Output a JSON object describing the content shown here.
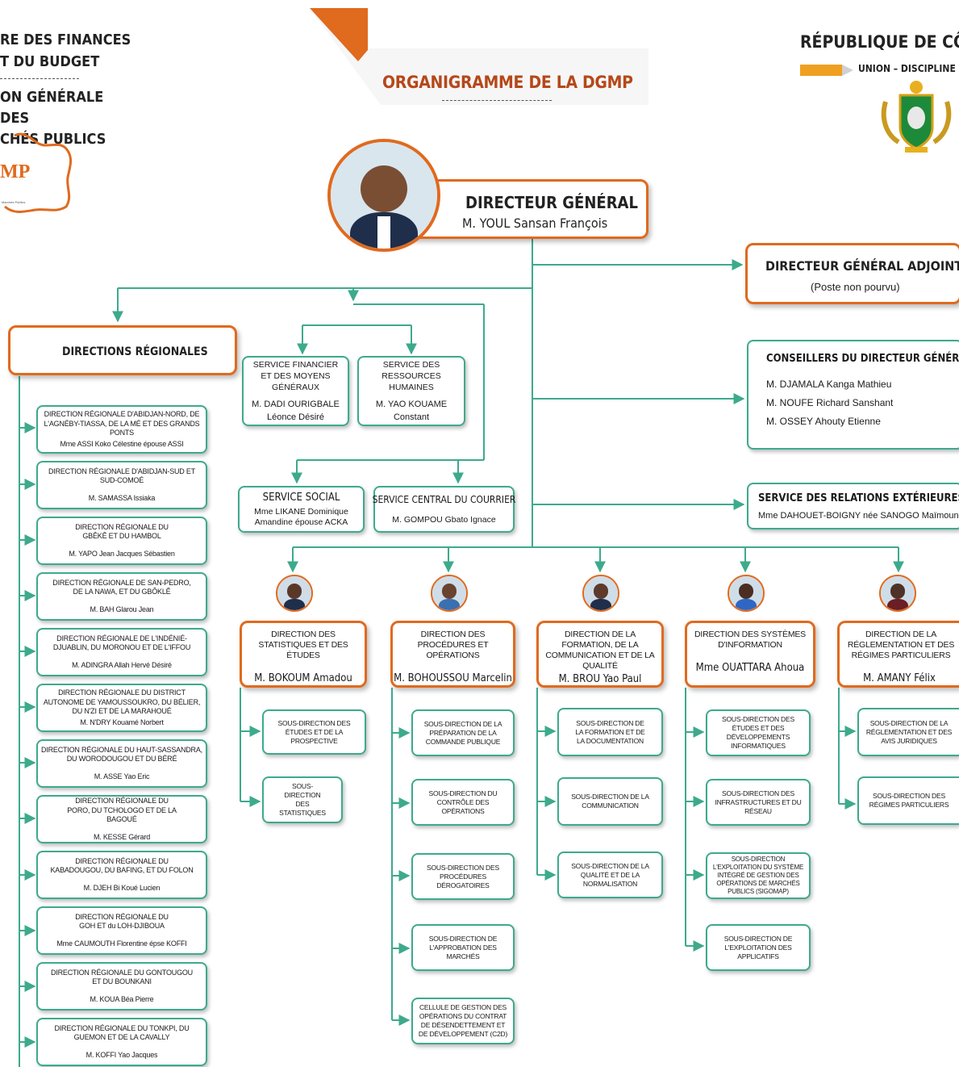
{
  "header": {
    "ministry_line1": "RE DES FINANCES",
    "ministry_line2": "T DU BUDGET",
    "direction_line1": "ON GÉNÉRALE DES",
    "direction_line2": "CHÉS PUBLICS",
    "logo_text": "MP",
    "logo_small": "Marchés Publics",
    "page_title": "ORGANIGRAMME DE LA DGMP",
    "republic": "RÉPUBLIQUE DE CÔT",
    "motto": "UNION – DISCIPLINE - TR"
  },
  "colors": {
    "orange": "#e06a1e",
    "green": "#3daa8c",
    "motto_bar": "#f0a020"
  },
  "dg": {
    "title": "DIRECTEUR GÉNÉRAL",
    "name": "M. YOUL Sansan François"
  },
  "dga": {
    "title": "DIRECTEUR GÉNÉRAL ADJOINT",
    "note": "(Poste non pourvu)"
  },
  "conseillers": {
    "title": "CONSEILLERS DU DIRECTEUR GÉNÉRAL",
    "members": [
      "M. DJAMALA Kanga Mathieu",
      "M. NOUFE Richard Sanshant",
      "M. OSSEY Ahouty Etienne"
    ]
  },
  "relations": {
    "title": "SERVICE DES RELATIONS EXTÉRIEURES",
    "name": "Mme DAHOUET-BOIGNY née SANOGO Maïmounata"
  },
  "services": {
    "financier": {
      "title": "SERVICE FINANCIER ET DES MOYENS GÉNÉRAUX",
      "name": "M. DADI OURIGBALE Léonce Désiré"
    },
    "rh": {
      "title": "SERVICE DES RESSOURCES HUMAINES",
      "name": "M. YAO KOUAME Constant"
    },
    "social": {
      "title": "SERVICE SOCIAL",
      "name": "Mme LIKANE Dominique Amandine épouse ACKA"
    },
    "courrier": {
      "title": "SERVICE CENTRAL DU COURRIER",
      "name": "M. GOMPOU Gbato Ignace"
    }
  },
  "regionales": {
    "title": "DIRECTIONS RÉGIONALES",
    "items": [
      {
        "title": "DIRECTION RÉGIONALE D'ABIDJAN-NORD, DE L'AGNÉBY-TIASSA, DE LA MÉ ET DES GRANDS PONTS",
        "name": "Mme ASSI Koko Célestine épouse ASSI"
      },
      {
        "title": "DIRECTION RÉGIONALE D'ABIDJAN-SUD ET SUD-COMOÉ",
        "name": "M. SAMASSA Issiaka"
      },
      {
        "title": "DIRECTION RÉGIONALE DU GBÊKÊ ET DU HAMBOL",
        "name": "M. YAPO Jean Jacques Sébastien"
      },
      {
        "title": "DIRECTION RÉGIONALE DE SAN-PEDRO, DE LA NAWA, ET DU GBÔKLÊ",
        "name": "M. BAH Glarou Jean"
      },
      {
        "title": "DIRECTION RÉGIONALE DE L'INDÉNIÉ-DJUABLIN, DU MORONOU ET DE L'IFFOU",
        "name": "M. ADINGRA Allah Hervé Désiré"
      },
      {
        "title": "DIRECTION RÉGIONALE DU DISTRICT AUTONOME DE YAMOUSSOUKRO, DU BÉLIER, DU N'ZI ET DE LA MARAHOUÉ",
        "name": "M. N'DRY Kouamé Norbert"
      },
      {
        "title": "DIRECTION RÉGIONALE DU HAUT-SASSANDRA, DU WORODOUGOU ET DU BÉRÉ",
        "name": "M. ASSE Yao Eric"
      },
      {
        "title": "DIRECTION RÉGIONALE DU PORO, DU TCHOLOGO ET DE LA BAGOUÉ",
        "name": "M. KESSE Gérard"
      },
      {
        "title": "DIRECTION RÉGIONALE DU KABADOUGOU, DU BAFING, ET DU FOLON",
        "name": "M. DJEH Bi Koué Lucien"
      },
      {
        "title": "DIRECTION RÉGIONALE DU GOH ET du LOH-DJIBOUA",
        "name": "Mme CAUMOUTH Florentine épse KOFFI"
      },
      {
        "title": "DIRECTION RÉGIONALE DU GONTOUGOU ET DU BOUNKANI",
        "name": "M. KOUA Béa Pierre"
      },
      {
        "title": "DIRECTION RÉGIONALE DU TONKPI, DU GUEMON ET DE LA CAVALLY",
        "name": "M. KOFFI Yao Jacques"
      }
    ]
  },
  "directions": [
    {
      "title": "DIRECTION DES STATISTIQUES ET DES ÉTUDES",
      "name": "M. BOKOUM Amadou",
      "subs": [
        "SOUS-DIRECTION DES ÉTUDES ET DE LA PROSPECTIVE",
        "SOUS-DIRECTION DES STATISTIQUES"
      ]
    },
    {
      "title": "DIRECTION DES PROCÉDURES ET OPÉRATIONS",
      "name": "M. BOHOUSSOU Marcelin",
      "subs": [
        "SOUS-DIRECTION DE LA PRÉPARATION DE LA COMMANDE PUBLIQUE",
        "SOUS-DIRECTION DU CONTRÔLE DES OPÉRATIONS",
        "SOUS-DIRECTION DES PROCÉDURES DÉROGATOIRES",
        "SOUS-DIRECTION DE L'APPROBATION DES MARCHÉS",
        "CELLULE DE GESTION DES OPÉRATIONS DU CONTRAT DE DÉSENDETTEMENT ET DE DÉVELOPPEMENT (C2D)"
      ]
    },
    {
      "title": "DIRECTION DE LA FORMATION, DE LA COMMUNICATION ET DE LA QUALITÉ",
      "name": "M. BROU Yao Paul",
      "subs": [
        "SOUS-DIRECTION DE LA FORMATION ET DE LA DOCUMENTATION",
        "SOUS-DIRECTION DE LA COMMUNICATION",
        "SOUS-DIRECTION DE LA QUALITÉ ET DE LA NORMALISATION"
      ]
    },
    {
      "title": "DIRECTION DES SYSTÈMES D'INFORMATION",
      "name": "Mme OUATTARA Ahoua",
      "subs": [
        "SOUS-DIRECTION DES ÉTUDES ET DES DÉVELOPPEMENTS INFORMATIQUES",
        "SOUS-DIRECTION DES INFRASTRUCTURES ET DU RÉSEAU",
        "SOUS-DIRECTION L'EXPLOITATION DU SYSTÈME INTÉGRÉ DE GESTION DES OPÉRATIONS DE MARCHÉS PUBLICS (SIGOMAP)",
        "SOUS-DIRECTION DE L'EXPLOITATION DES APPLICATIFS"
      ]
    },
    {
      "title": "DIRECTION DE LA RÉGLEMENTATION ET DES RÉGIMES PARTICULIERS",
      "name": "M. AMANY Félix",
      "subs": [
        "SOUS-DIRECTION DE LA RÉGLEMENTATION ET DES AVIS JURIDIQUES",
        "SOUS-DIRECTION DES RÉGIMES PARTICULIERS"
      ]
    }
  ]
}
